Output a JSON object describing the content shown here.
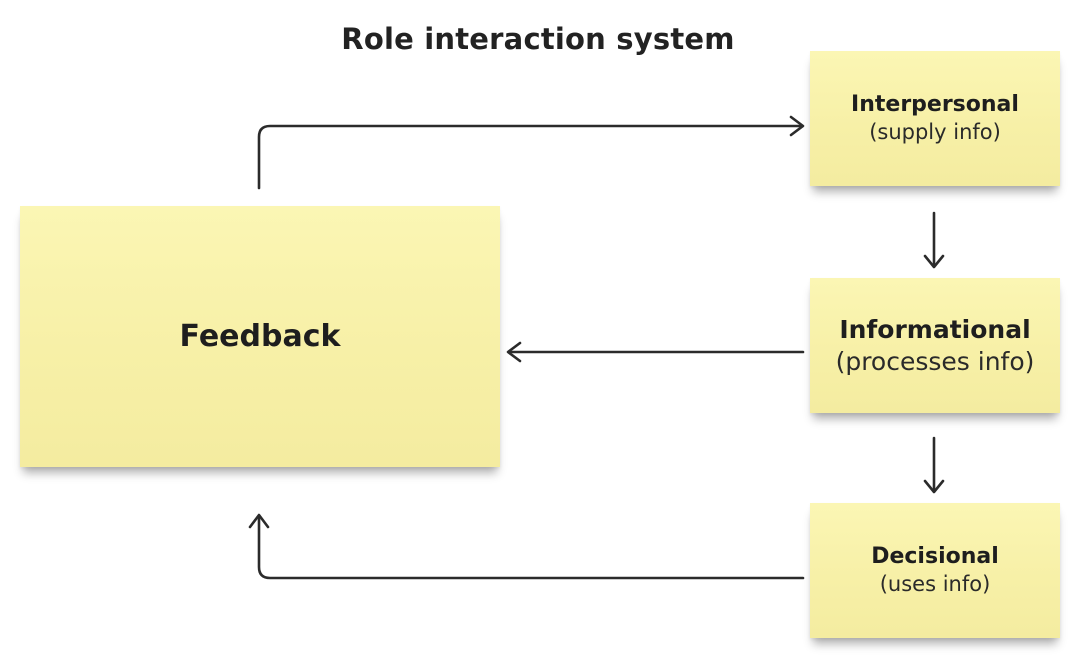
{
  "diagram": {
    "title": "Role interaction system",
    "nodes": {
      "feedback": {
        "label": "Feedback"
      },
      "interpersonal": {
        "label": "Interpersonal",
        "sub": "(supply info)"
      },
      "informational": {
        "label": "Informational",
        "sub": "(processes info)"
      },
      "decisional": {
        "label": "Decisional",
        "sub": "(uses info)"
      }
    },
    "edges": [
      {
        "from": "feedback",
        "to": "interpersonal"
      },
      {
        "from": "interpersonal",
        "to": "informational"
      },
      {
        "from": "informational",
        "to": "feedback"
      },
      {
        "from": "informational",
        "to": "decisional"
      },
      {
        "from": "decisional",
        "to": "feedback"
      }
    ],
    "colors": {
      "note": "#f7f0a7",
      "arrow": "#2b2b2b",
      "text": "#1e1e1e"
    }
  }
}
